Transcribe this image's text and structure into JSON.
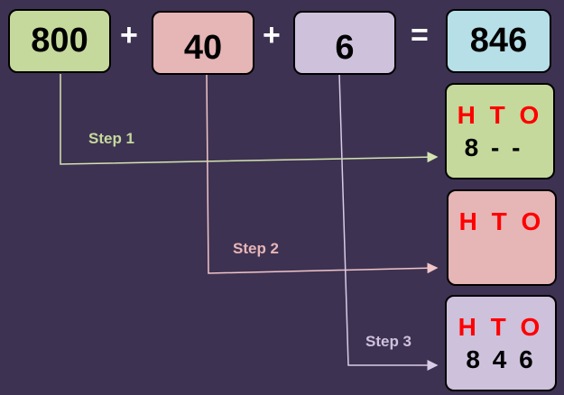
{
  "equation": {
    "addend1": "800",
    "addend2": "40",
    "addend3": "6",
    "plus1": "+",
    "plus2": "+",
    "equals": "=",
    "sum": "846"
  },
  "steps": [
    {
      "label": "Step 1",
      "header": "H T O",
      "digits": "8 - -"
    },
    {
      "label": "Step 2",
      "header": "H T O",
      "digits": ""
    },
    {
      "label": "Step 3",
      "header": "H T O",
      "digits": "8 4 6"
    }
  ],
  "colors": {
    "green": "#c5d99c",
    "red": "#e6b5b6",
    "purple": "#cdc1dc",
    "blue": "#b7dfe8",
    "background": "#3e3252"
  }
}
